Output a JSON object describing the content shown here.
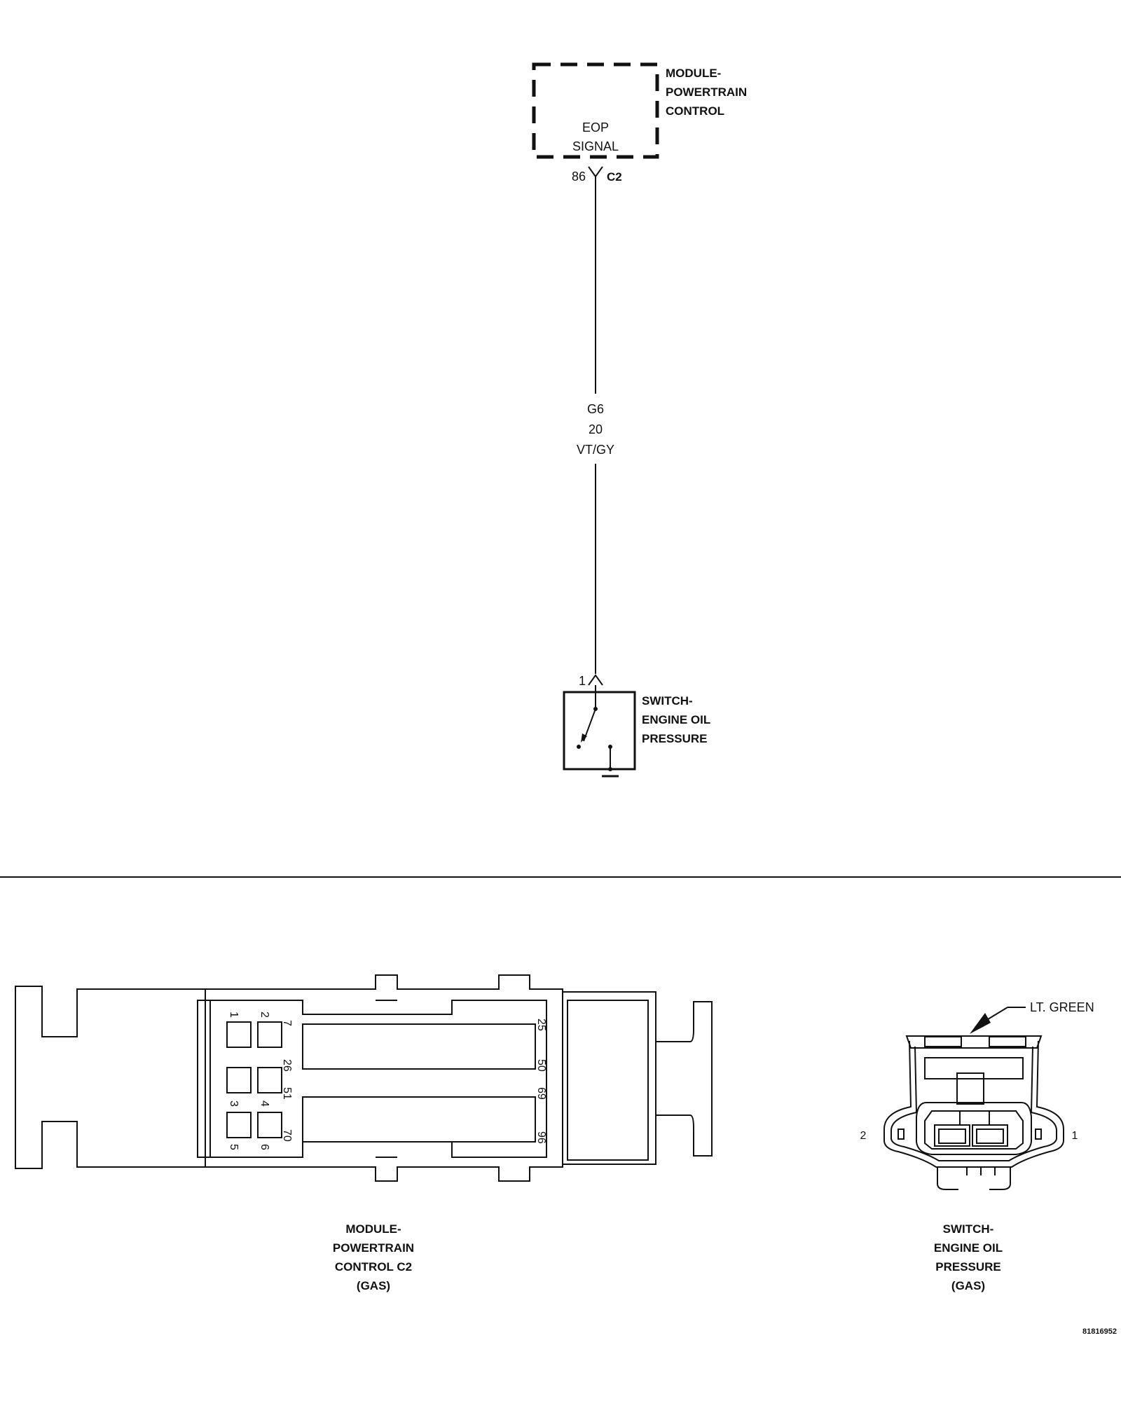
{
  "schematic": {
    "module": {
      "name_lines": [
        "MODULE-",
        "POWERTRAIN",
        "CONTROL"
      ],
      "function_lines": [
        "EOP",
        "SIGNAL"
      ],
      "connector_pin": "86",
      "connector_id": "C2"
    },
    "wire": {
      "circuit": "G6",
      "gauge": "20",
      "color": "VT/GY"
    },
    "switch": {
      "pin": "1",
      "name_lines": [
        "SWITCH-",
        "ENGINE OIL",
        "PRESSURE"
      ]
    }
  },
  "connector_views": {
    "pcm_c2": {
      "caption_lines": [
        "MODULE-",
        "POWERTRAIN",
        "CONTROL C2",
        "(GAS)"
      ],
      "cavity_labels": [
        "1",
        "2",
        "7",
        "26",
        "51",
        "4",
        "3",
        "70",
        "5",
        "6",
        "25",
        "50",
        "69",
        "96"
      ]
    },
    "oil_switch": {
      "caption_lines": [
        "SWITCH-",
        "ENGINE OIL",
        "PRESSURE",
        "(GAS)"
      ],
      "color_callout": "LT. GREEN",
      "pin_left": "2",
      "pin_right": "1"
    }
  },
  "figure_number": "81816952"
}
